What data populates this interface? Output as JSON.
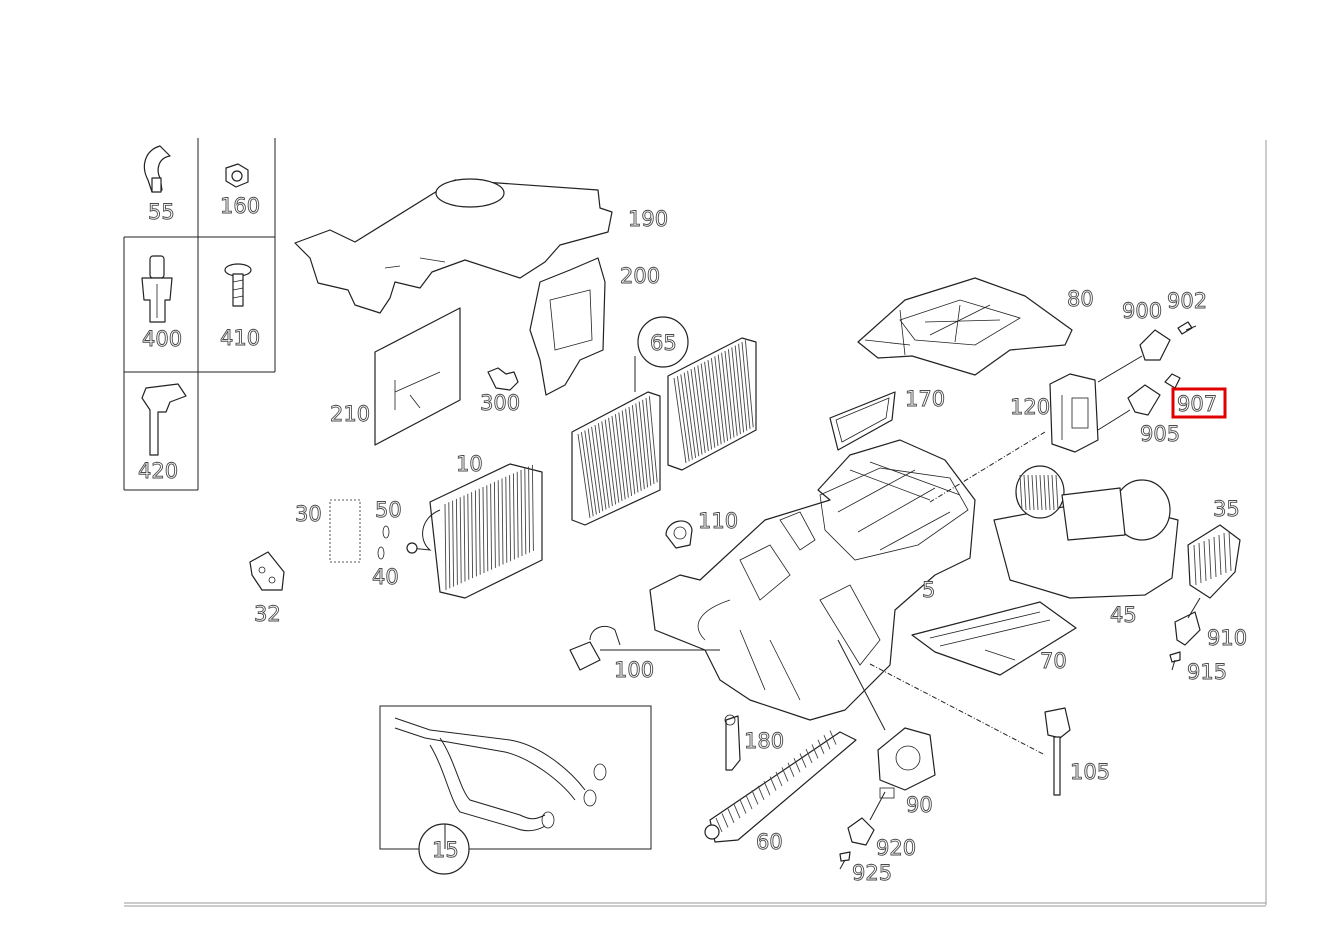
{
  "diagram": {
    "highlight_color": "#e00000",
    "highlighted_part": "907",
    "inset_parts": [
      {
        "id": "p55",
        "label": "55"
      },
      {
        "id": "p160",
        "label": "160"
      },
      {
        "id": "p400",
        "label": "400"
      },
      {
        "id": "p410",
        "label": "410"
      },
      {
        "id": "p420",
        "label": "420"
      }
    ],
    "parts": [
      {
        "id": "p190",
        "label": "190"
      },
      {
        "id": "p200",
        "label": "200"
      },
      {
        "id": "p210",
        "label": "210"
      },
      {
        "id": "p300",
        "label": "300"
      },
      {
        "id": "p65",
        "label": "65"
      },
      {
        "id": "p80",
        "label": "80"
      },
      {
        "id": "p900",
        "label": "900"
      },
      {
        "id": "p902",
        "label": "902"
      },
      {
        "id": "p907",
        "label": "907"
      },
      {
        "id": "p905",
        "label": "905"
      },
      {
        "id": "p120",
        "label": "120"
      },
      {
        "id": "p170",
        "label": "170"
      },
      {
        "id": "p10",
        "label": "10"
      },
      {
        "id": "p30",
        "label": "30"
      },
      {
        "id": "p50",
        "label": "50"
      },
      {
        "id": "p40",
        "label": "40"
      },
      {
        "id": "p32",
        "label": "32"
      },
      {
        "id": "p110",
        "label": "110"
      },
      {
        "id": "p5",
        "label": "5"
      },
      {
        "id": "p35",
        "label": "35"
      },
      {
        "id": "p45",
        "label": "45"
      },
      {
        "id": "p70",
        "label": "70"
      },
      {
        "id": "p910",
        "label": "910"
      },
      {
        "id": "p915",
        "label": "915"
      },
      {
        "id": "p100",
        "label": "100"
      },
      {
        "id": "p180",
        "label": "180"
      },
      {
        "id": "p105",
        "label": "105"
      },
      {
        "id": "p90",
        "label": "90"
      },
      {
        "id": "p60",
        "label": "60"
      },
      {
        "id": "p920",
        "label": "920"
      },
      {
        "id": "p925",
        "label": "925"
      },
      {
        "id": "p15",
        "label": "15"
      }
    ]
  }
}
